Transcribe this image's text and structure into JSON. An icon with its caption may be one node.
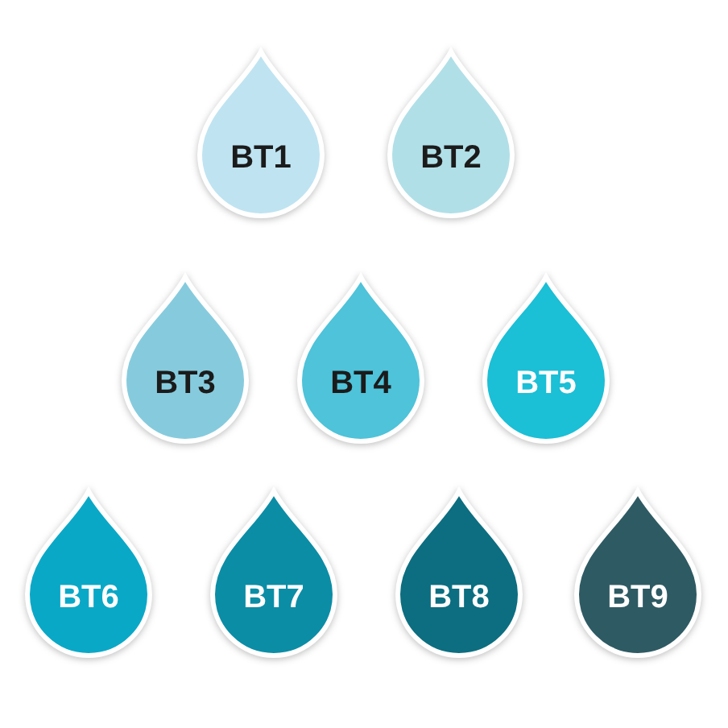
{
  "diagram": {
    "nodes": [
      {
        "text": [
          "BT1"
        ]
      },
      {
        "text": [
          "BT2"
        ]
      },
      {
        "text": [
          "BT3"
        ]
      },
      {
        "text": [
          "BT4"
        ]
      },
      {
        "text": [
          "BT5"
        ]
      },
      {
        "text": [
          "BT6"
        ]
      },
      {
        "text": [
          "BT7"
        ]
      },
      {
        "text": [
          "BT8"
        ]
      },
      {
        "text": [
          "BT9"
        ]
      }
    ]
  }
}
